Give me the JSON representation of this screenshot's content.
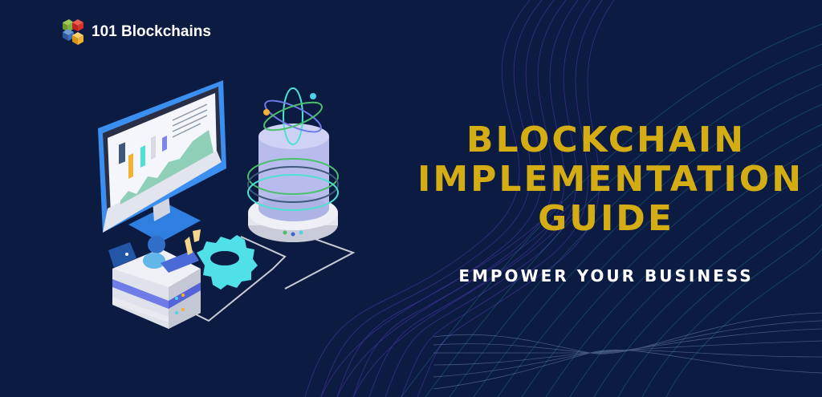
{
  "brand": {
    "name": "101 Blockchains",
    "logo_colors": [
      "#7aa83a",
      "#d8322b",
      "#3f6fb4",
      "#f2b233"
    ]
  },
  "headline": {
    "lines": [
      "BLOCKCHAIN",
      "IMPLEMENTATION",
      "GUIDE"
    ],
    "color": "#d4ac13"
  },
  "subheadline": {
    "text": "EMPOWER YOUR BUSINESS",
    "color": "#ffffff"
  },
  "background": {
    "color": "#0b1b41",
    "wave_colors": [
      "#5b3fc4",
      "#2aa3b8",
      "#8aa0c8"
    ]
  },
  "illustration": {
    "icons": [
      "monitor-chart-icon",
      "database-atom-icon",
      "gear-icon",
      "server-stack-icon",
      "person-laptop-icon"
    ]
  }
}
